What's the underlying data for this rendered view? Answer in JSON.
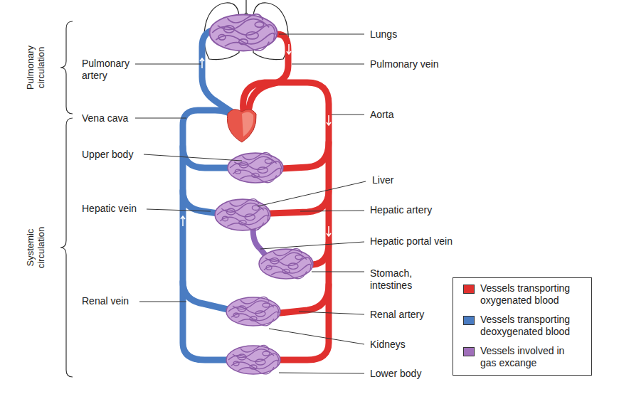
{
  "diagram": {
    "labels": [
      "Pulmonary circulation",
      "Systemic circulation",
      "Pulmonary artery",
      "Vena cava",
      "Upper body",
      "Hepatic vein",
      "Renal vein",
      "Lungs",
      "Pulmonary vein",
      "Aorta",
      "Liver",
      "Hepatic artery",
      "Hepatic portal vein",
      "Stomach, intestines",
      "Renal artery",
      "Kidneys",
      "Lower body"
    ],
    "legend": [
      {
        "text": "Vessels transporting oxygenated blood",
        "color": "#e0302e"
      },
      {
        "text": "Vessels transporting deoxygenated blood",
        "color": "#4a7cc2"
      },
      {
        "text": "Vessels involved in gas excange",
        "color": "#a06fba"
      }
    ]
  }
}
